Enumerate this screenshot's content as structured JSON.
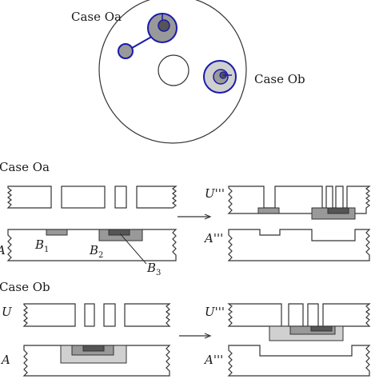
{
  "top": {
    "case_oa_label": "Case Oa",
    "case_ob_label": "Case Ob"
  },
  "section_oa": {
    "title": "Case Oa",
    "label_A": "A",
    "label_B1": "B",
    "label_B1_sub": "1",
    "label_B2": "B",
    "label_B2_sub": "2",
    "label_B3": "B",
    "label_B3_sub": "3",
    "label_U3": "U'''",
    "label_A3": "A'''"
  },
  "section_ob": {
    "title": "Case Ob",
    "label_U": "U",
    "label_A": "A",
    "label_U3": "U'''",
    "label_A3": "A'''"
  },
  "colors": {
    "outline": "#333333",
    "blue": "#1a1aa8",
    "light_gray": "#d0d0d0",
    "mid_gray": "#999999",
    "dark_gray": "#555555"
  }
}
